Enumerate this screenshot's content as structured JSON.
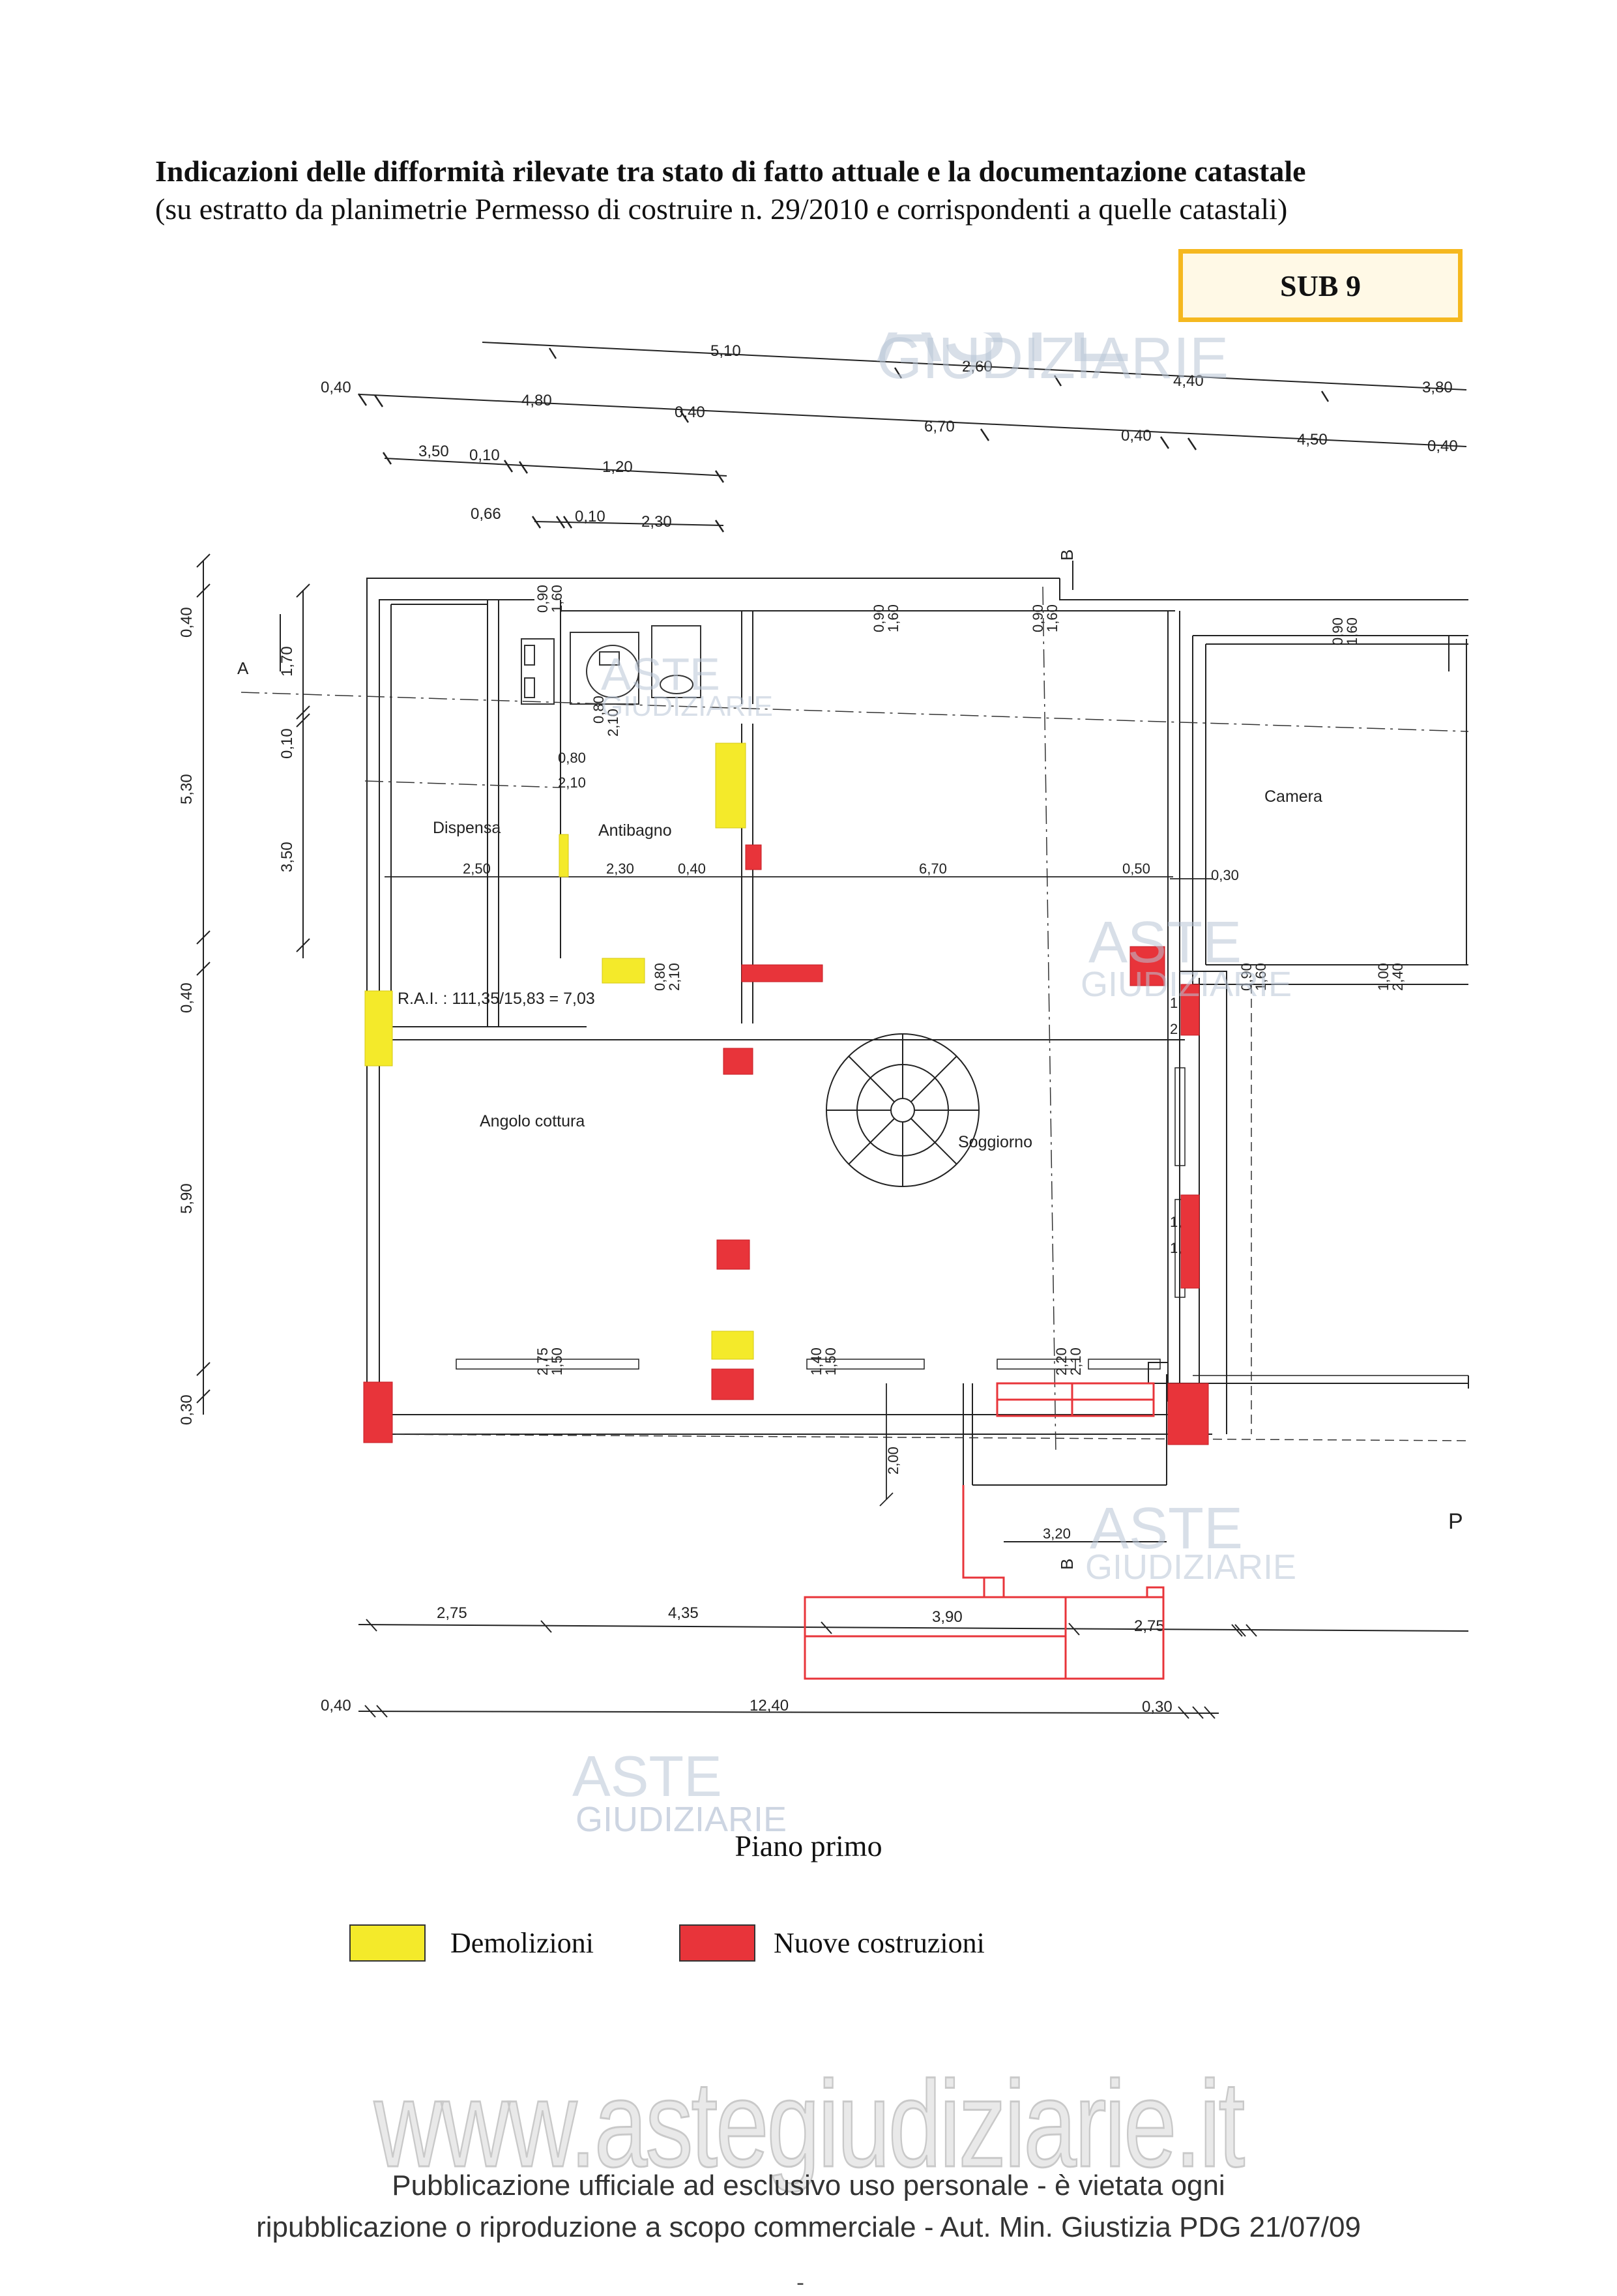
{
  "doc": {
    "title": "Indicazioni delle difformità rilevate tra stato di fatto attuale e la documentazione catastale",
    "subtitle": "(su estratto da planimetrie Permesso di costruire n. 29/2010 e corrispondenti a quelle catastali)",
    "sub_label": "SUB 9",
    "plan_caption": "Piano primo"
  },
  "plan": {
    "rooms": {
      "dispensa": "Dispensa",
      "antibagno": "Antibagno",
      "camera": "Camera",
      "angolo_cottura": "Angolo cottura",
      "soggiorno": "Soggiorno",
      "rai": "R.A.I. : 111,35/15,83 = 7,03"
    },
    "section_marks": {
      "a": "A",
      "b_top": "B",
      "b_bottom": "B",
      "p": "P"
    },
    "dims_top": {
      "r1_a": "5,10",
      "r1_b": "2,60",
      "r1_c": "4,40",
      "r1_d": "3,80",
      "r2_a": "0,40",
      "r2_b": "4,80",
      "r2_c": "0,40",
      "r2_d": "6,70",
      "r2_e": "0,40",
      "r2_f": "4,50",
      "r2_g": "0,40",
      "r3_a": "3,50",
      "r3_b": "0,10",
      "r3_c": "1,20",
      "r4_a": "0,66",
      "r4_b": "0,10",
      "r4_c": "2,30"
    },
    "dims_left": {
      "o1": "0,40",
      "o2": "5,30",
      "o3": "0,40",
      "o4": "5,90",
      "o5": "0,30",
      "i1": "1,70",
      "i2": "0,10",
      "i3": "3,50"
    },
    "dims_inner": {
      "w1a": "0,90",
      "w1b": "1,60",
      "w2a": "0,90",
      "w2b": "1,60",
      "w3a": "0,90",
      "w3b": "1,60",
      "w4a": "0,90",
      "w4b": "1,60",
      "bath_a": "0,80",
      "bath_b": "2,10",
      "bath_c": "0,80",
      "bath_d": "2,10",
      "h_a": "2,50",
      "h_b": "2,30",
      "h_c": "0,40",
      "h_d": "6,70",
      "h_e": "0,50",
      "h_f": "0,30",
      "d1a": "0,80",
      "d1b": "2,10",
      "d2a": "0,90",
      "d2b": "1,60",
      "d3a": "1,00",
      "d3b": "2,40",
      "bot1a": "2,75",
      "bot1b": "1,50",
      "bot2a": "1,40",
      "bot2b": "1,50",
      "bot3a": "2,20",
      "bot3b": "2,10",
      "side1": "1",
      "side2": "2",
      "side3": "1,",
      "side4": "1,",
      "stair_h": "2,00",
      "stair_w": "3,20"
    },
    "dims_bottom": {
      "b1_a": "2,75",
      "b1_b": "4,35",
      "b1_c": "3,90",
      "b1_d": "2,75",
      "b2_a": "0,40",
      "b2_b": "12,40",
      "b2_c": "0,30"
    },
    "watermark": {
      "aste": "ASTE",
      "giudiziarie": "GIUDIZIARIE"
    },
    "colors": {
      "demolition": "#f4ea2a",
      "new_construction": "#e8343a"
    }
  },
  "legend": [
    {
      "label": "Demolizioni",
      "color": "#f4ea2a"
    },
    {
      "label": "Nuove costruzioni",
      "color": "#e8343a"
    }
  ],
  "watermark_site": "www.astegiudiziarie.it",
  "footer": {
    "line1": "Pubblicazione ufficiale ad esclusivo uso personale - è vietata ogni",
    "line2": "ripubblicazione o riproduzione a scopo commerciale - Aut. Min. Giustizia PDG 21/07/09",
    "page": "-"
  }
}
